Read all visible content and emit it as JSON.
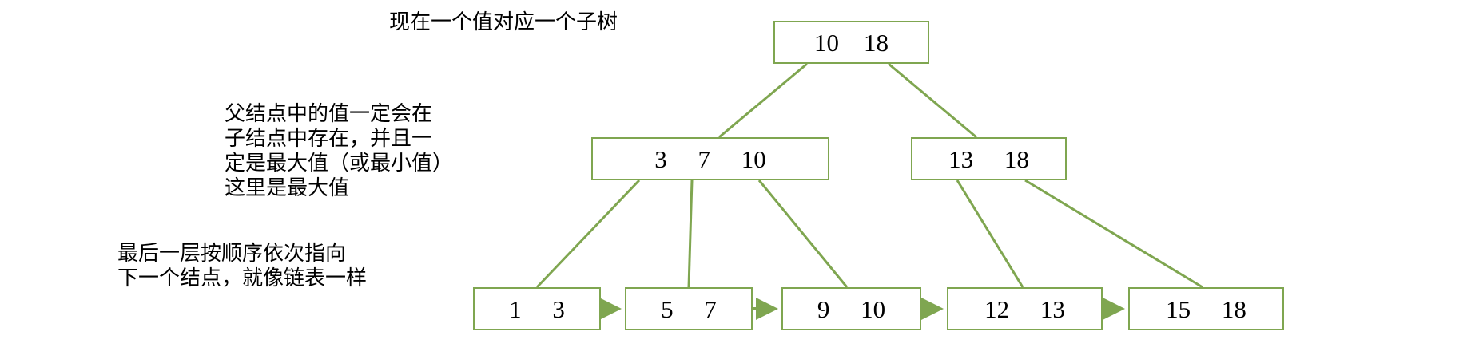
{
  "diagram": {
    "title_note": "现在一个值对应一个子树",
    "stroke_color": "#7fa650",
    "text_color": "#000000",
    "background": "#ffffff",
    "annotations": [
      {
        "id": "top",
        "text": "现在一个值对应一个子树"
      },
      {
        "id": "middle",
        "text": "父结点中的值一定会在\n子结点中存在，并且一\n定是最大值（或最小值）\n这里是最大值"
      },
      {
        "id": "bottom",
        "text": "最后一层按顺序依次指向\n下一个结点，就像链表一样"
      }
    ],
    "levels": {
      "root": {
        "keys": "10    18"
      },
      "internal": [
        {
          "keys": "3     7     10"
        },
        {
          "keys": "13     18"
        }
      ],
      "leaves": [
        {
          "keys": "1     3"
        },
        {
          "keys": "5     7"
        },
        {
          "keys": "9     10"
        },
        {
          "keys": "12     13"
        },
        {
          "keys": "15     18"
        }
      ]
    }
  }
}
